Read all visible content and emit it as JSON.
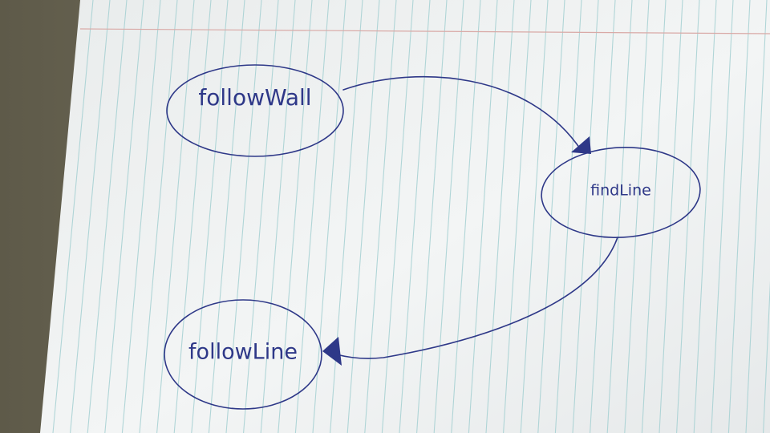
{
  "diagram": {
    "nodes": [
      {
        "id": "followWall",
        "label": "followWall"
      },
      {
        "id": "findLine",
        "label": "findLine"
      },
      {
        "id": "followLine",
        "label": "followLine"
      }
    ],
    "edges": [
      {
        "from": "followWall",
        "to": "findLine"
      },
      {
        "from": "findLine",
        "to": "followLine"
      }
    ]
  },
  "colors": {
    "ink": "#2e3888",
    "paper": "#eef1f1",
    "rule_line": "#9fcfd1",
    "margin_line": "#d8a3a3",
    "desk": "#6f6a58"
  }
}
